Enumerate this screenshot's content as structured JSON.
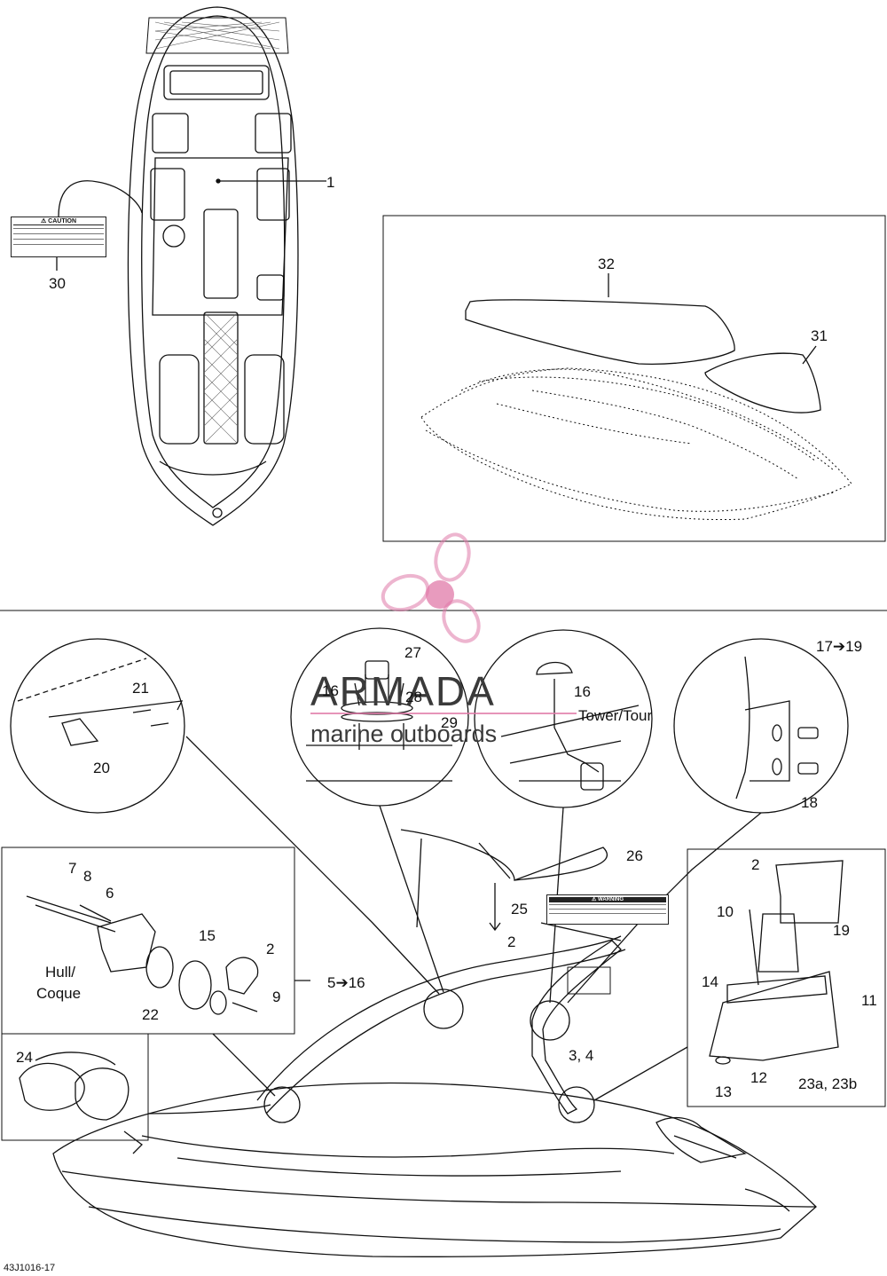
{
  "diagram": {
    "part_labels": {
      "p1": "1",
      "p30": "30",
      "p32": "32",
      "p31": "31",
      "p27": "27",
      "p16a": "16",
      "p28": "28",
      "p29": "29",
      "p16b": "16",
      "tower": "Tower/Tour",
      "p17_19": "17➔19",
      "p21": "21",
      "p20": "20",
      "p18": "18",
      "p26": "26",
      "p25": "25",
      "p2a": "2",
      "p2b": "2",
      "p2c": "2",
      "p7": "7",
      "p8": "8",
      "p6": "6",
      "hull": "Hull/",
      "coque": "Coque",
      "p15": "15",
      "p22": "22",
      "p9": "9",
      "p5_16": "5➔16",
      "p3_4": "3, 4",
      "p10": "10",
      "p19": "19",
      "p14": "14",
      "p11": "11",
      "p12": "12",
      "p13": "13",
      "p23": "23a, 23b",
      "p24": "24"
    },
    "caution_label": {
      "title": "⚠ CAUTION"
    },
    "warning_label": {
      "title": "⚠ WARNING"
    },
    "drawing_code": "43J1016-17"
  },
  "watermark": {
    "brand": "ARMADA",
    "tagline": "marine outboards",
    "color": "#e07aa8"
  }
}
